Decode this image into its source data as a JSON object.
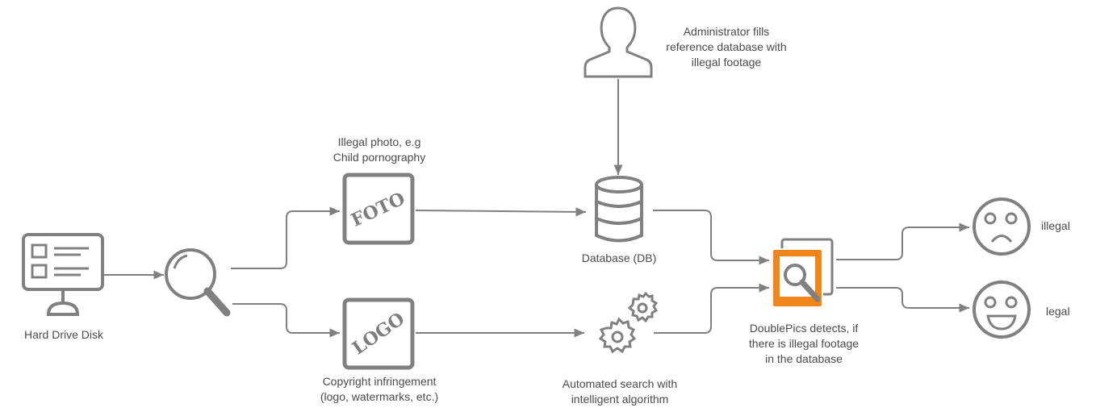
{
  "diagram": {
    "hdd_label": "Hard Drive Disk",
    "illegal_photo": {
      "line1": "Illegal photo, e.g",
      "line2": "Child pornography",
      "tile_text": "FOTO"
    },
    "copyright": {
      "line1": "Copyright infringement",
      "line2": "(logo, watermarks, etc.)",
      "tile_text": "LOGO"
    },
    "admin": {
      "line1": "Administrator fills",
      "line2": "reference database with",
      "line3": "illegal footage"
    },
    "database_label": "Database (DB)",
    "search": {
      "line1": "Automated search with",
      "line2": "intelligent algorithm"
    },
    "doublepics": {
      "line1": "DoublePics detects, if",
      "line2": "there is illegal footage",
      "line3": "in the database"
    },
    "result_illegal": "illegal",
    "result_legal": "legal"
  },
  "colors": {
    "stroke": "#808080",
    "accent": "#f08519",
    "text": "#4b4b4b"
  },
  "icons": [
    "monitor-icon",
    "magnifier-icon",
    "foto-tile-icon",
    "logo-tile-icon",
    "administrator-icon",
    "database-icon",
    "gears-icon",
    "doublepics-icon",
    "sad-face-icon",
    "happy-face-icon"
  ]
}
